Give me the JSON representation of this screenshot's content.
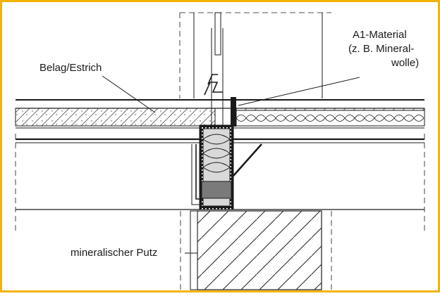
{
  "labels": {
    "belag": "Belag/Estrich",
    "a1_line1": "A1-Material",
    "a1_line2": "(z. B. Mineral-",
    "a1_line3": "wolle)",
    "putz": "mineralischer Putz"
  },
  "colors": {
    "frame_border": "#f2b400",
    "line": "#1a1a1a",
    "insulation_fill": "#d9d9d9",
    "sleeve_fill": "#7a7a7a"
  }
}
